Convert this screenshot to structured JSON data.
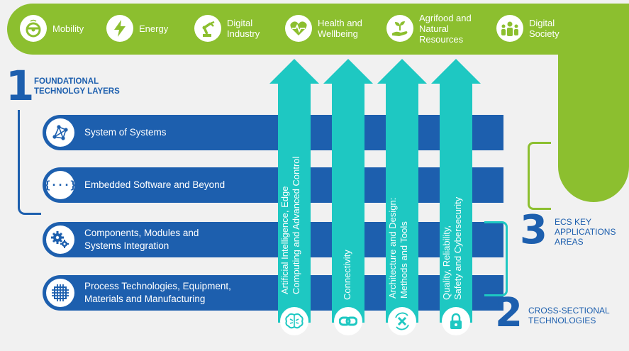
{
  "applications": [
    {
      "label": "Mobility",
      "icon": "steering-wheel-icon"
    },
    {
      "label": "Energy",
      "icon": "lightning-icon"
    },
    {
      "label": "Digital Industry",
      "icon": "robot-arm-icon"
    },
    {
      "label": "Health and Wellbeing",
      "icon": "heartbeat-icon"
    },
    {
      "label": "Agrifood and Natural Resources",
      "icon": "plant-hand-icon"
    },
    {
      "label": "Digital Society",
      "icon": "people-icon"
    }
  ],
  "foundational": {
    "number": "1",
    "title_line1": "FOUNDATIONAL",
    "title_line2": "TECHNOLGY LAYERS",
    "layers": [
      {
        "line1": "System of Systems",
        "line2": "",
        "icon": "network-icon"
      },
      {
        "line1": "Embedded Software and Beyond",
        "line2": "",
        "icon": "code-braces-icon"
      },
      {
        "line1": "Components, Modules and",
        "line2": "Systems Integration",
        "icon": "gears-icon"
      },
      {
        "line1": "Process Technologies, Equipment,",
        "line2": "Materials and Manufacturing",
        "icon": "chip-icon"
      }
    ]
  },
  "cross_sectional": {
    "number": "2",
    "title_line1": "CROSS-SECTIONAL",
    "title_line2": "TECHNOLOGIES",
    "arrows": [
      {
        "line1": "Artificial Intelligence, Edge",
        "line2": "Computing and Advanced Control",
        "icon": "brain-icon"
      },
      {
        "line1": "Connectivity",
        "line2": "",
        "icon": "link-icon"
      },
      {
        "line1": "Architecture and Design:",
        "line2": "Methods and Tools",
        "icon": "tools-cycle-icon"
      },
      {
        "line1": "Quality, Reliability,",
        "line2": "Safety and Cybersecurity",
        "icon": "lock-icon"
      }
    ]
  },
  "key_areas": {
    "number": "3",
    "title_line1": "ECS KEY",
    "title_line2": "APPLICATIONS",
    "title_line3": "AREAS"
  },
  "colors": {
    "green": "#8cbf2f",
    "blue": "#1d5fae",
    "teal": "#1ec8c2",
    "background": "#f1f1f1"
  }
}
